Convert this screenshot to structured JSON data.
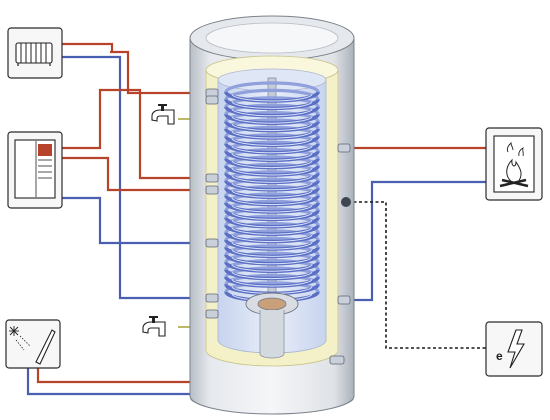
{
  "diagram": {
    "components": [
      {
        "id": "radiator",
        "icon": "radiator-icon"
      },
      {
        "id": "heat-pump",
        "icon": "heat-pump-icon"
      },
      {
        "id": "solar-collector",
        "icon": "solar-collector-icon"
      },
      {
        "id": "wood-stove",
        "icon": "wood-fire-icon"
      },
      {
        "id": "electric-heater",
        "icon": "electric-heater-icon"
      },
      {
        "id": "hot-water-tap",
        "icon": "tap-icon"
      },
      {
        "id": "cold-water-tap",
        "icon": "tap-icon"
      },
      {
        "id": "storage-tank",
        "icon": "storage-tank-icon"
      }
    ],
    "electric_heater": {
      "label": "e"
    },
    "colors": {
      "hot_pipe": "#b8432b",
      "cold_pipe": "#4a5fb0",
      "water_pipe": "#a8a03a",
      "electric_line": "#1a1a1a",
      "coil": "#7d8fd6",
      "tank_shell": "#d3d7dc",
      "insulation": "#f4f1c9"
    }
  }
}
